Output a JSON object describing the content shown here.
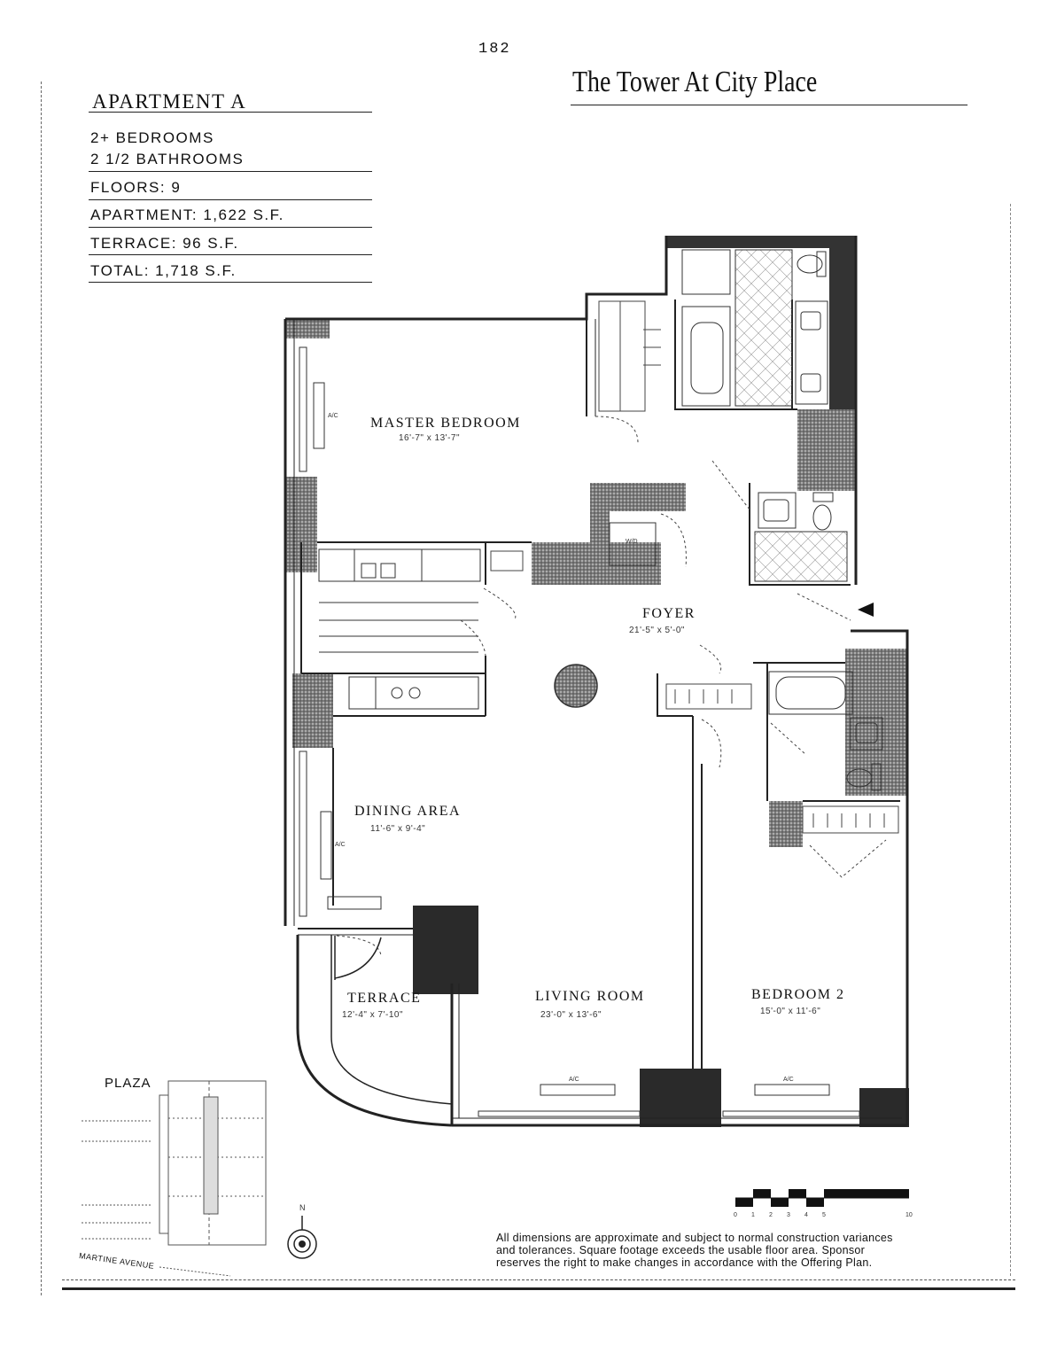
{
  "page_number": "182",
  "building_name": "The Tower At City Place",
  "apartment": {
    "title": "APARTMENT A",
    "bedrooms": "2+ BEDROOMS",
    "bathrooms": "2 1/2 BATHROOMS",
    "floors": "FLOORS: 9",
    "apartment_area": "APARTMENT: 1,622 S.F.",
    "terrace_area": "TERRACE: 96 S.F.",
    "total_area": "TOTAL: 1,718 S.F."
  },
  "rooms": {
    "master_bedroom": {
      "name": "MASTER BEDROOM",
      "dims": "16'-7\" x 13'-7\""
    },
    "foyer": {
      "name": "FOYER",
      "dims": "21'-5\" x 5'-0\""
    },
    "dining_area": {
      "name": "DINING AREA",
      "dims": "11'-6\" x 9'-4\""
    },
    "terrace": {
      "name": "TERRACE",
      "dims": "12'-4\" x 7'-10\""
    },
    "living_room": {
      "name": "LIVING ROOM",
      "dims": "23'-0\" x 13'-6\""
    },
    "bedroom_2": {
      "name": "BEDROOM 2",
      "dims": "15'-0\" x 11'-6\""
    }
  },
  "fixture_labels": {
    "ac": "A/C",
    "wd": "W/D"
  },
  "key_plan": {
    "plaza_label": "PLAZA",
    "street_label": "MARTINE AVENUE"
  },
  "compass_label": "N",
  "scale_bar": {
    "ticks": [
      "0",
      "1",
      "2",
      "3",
      "4",
      "5",
      "10"
    ]
  },
  "disclaimer": {
    "line1": "All dimensions are approximate and subject to normal construction variances",
    "line2": "and tolerances. Square footage exceeds the usable floor area. Sponsor",
    "line3": "reserves the right to make changes in accordance with the Offering Plan."
  }
}
